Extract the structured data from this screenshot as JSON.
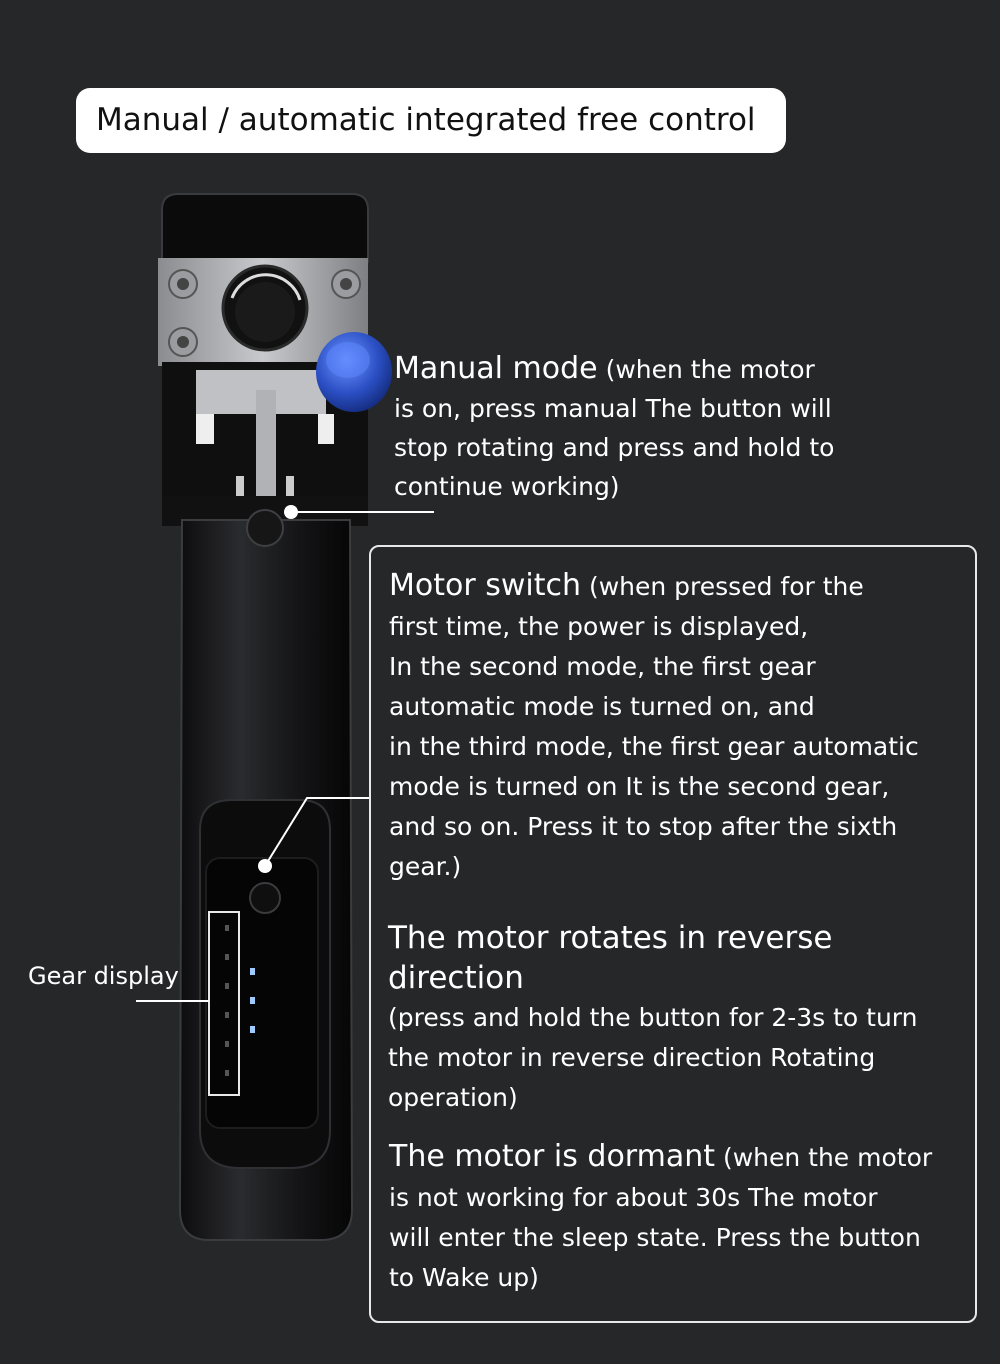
{
  "title": "Manual / automatic integrated free control",
  "manual_mode": {
    "lead": "Manual mode",
    "line1": " (when the motor",
    "line2": "is on, press manual The button will",
    "line3": "stop rotating and press and hold to",
    "line4": "continue working)"
  },
  "motor_switch": {
    "lead": "Motor switch",
    "line1": " (when pressed for the",
    "line2": "first time, the power is displayed,",
    "line3": "In the second mode, the first gear",
    "line4": "automatic mode is turned on, and",
    "line5": "in the third mode, the first gear automatic",
    "line6": "mode is turned on It is the second gear,",
    "line7": "and so on. Press it to stop after the sixth",
    "line8": "gear.)"
  },
  "reverse": {
    "lead": "The motor rotates in reverse direction",
    "line1": "(press and hold the button for 2-3s to turn",
    "line2": "the motor in reverse direction Rotating",
    "line3": "operation)"
  },
  "dormant": {
    "lead": "The motor is dormant",
    "line1": " (when the motor",
    "line2": "is not working for about 30s The motor",
    "line3": "will enter the sleep state. Press the button",
    "line4": "to Wake up)"
  },
  "gear_display": "Gear display",
  "colors": {
    "background": "#262729",
    "button_blue": "#2f56c8",
    "led_blue": "#9ecbff"
  }
}
